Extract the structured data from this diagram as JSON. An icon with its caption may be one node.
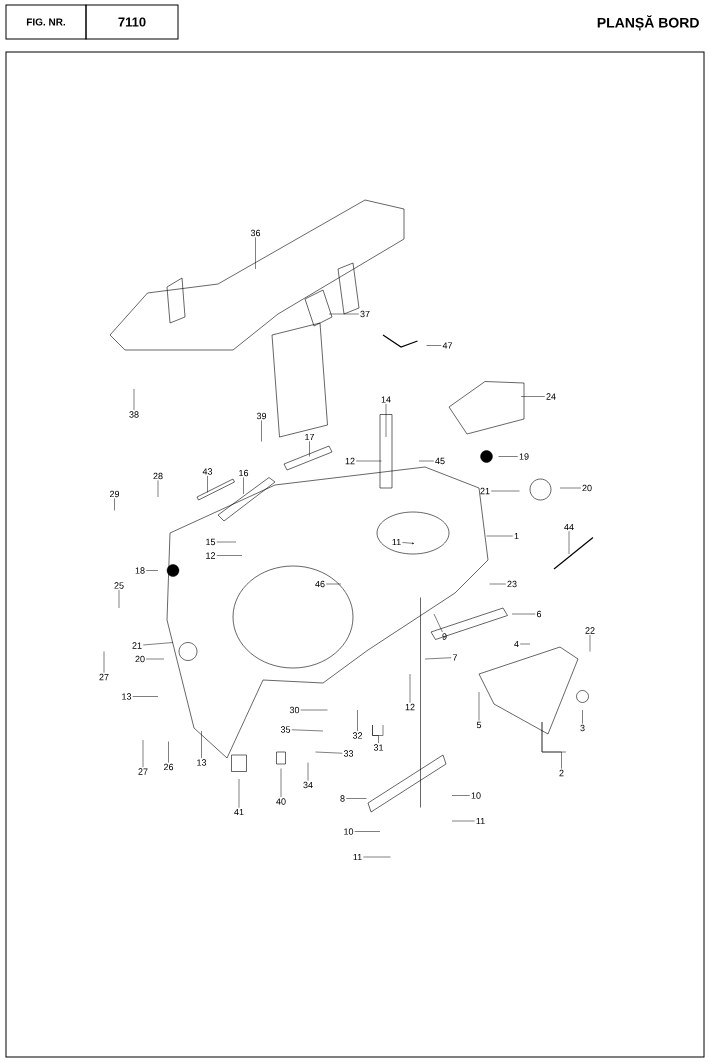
{
  "diagram": {
    "title": "PLANȘĂ BORD",
    "nodes": [
      {
        "text": [
          "FIG. NR."
        ]
      },
      {
        "text": [
          "7110"
        ]
      },
      {
        "text": [
          "36"
        ]
      },
      {
        "text": [
          "37"
        ]
      },
      {
        "text": [
          "47"
        ]
      },
      {
        "text": [
          "38"
        ]
      },
      {
        "text": [
          "39"
        ]
      },
      {
        "text": [
          "14"
        ]
      },
      {
        "text": [
          "24"
        ]
      },
      {
        "text": [
          "12"
        ]
      },
      {
        "text": [
          "45"
        ]
      },
      {
        "text": [
          "19"
        ]
      },
      {
        "text": [
          "17"
        ]
      },
      {
        "text": [
          "43"
        ]
      },
      {
        "text": [
          "16"
        ]
      },
      {
        "text": [
          "28"
        ]
      },
      {
        "text": [
          "29"
        ]
      },
      {
        "text": [
          "21"
        ]
      },
      {
        "text": [
          "20"
        ]
      },
      {
        "text": [
          "1"
        ]
      },
      {
        "text": [
          "11"
        ]
      },
      {
        "text": [
          "44"
        ]
      },
      {
        "text": [
          "15"
        ]
      },
      {
        "text": [
          "12"
        ]
      },
      {
        "text": [
          "18"
        ]
      },
      {
        "text": [
          "46"
        ]
      },
      {
        "text": [
          "23"
        ]
      },
      {
        "text": [
          "25"
        ]
      },
      {
        "text": [
          "6"
        ]
      },
      {
        "text": [
          "9"
        ]
      },
      {
        "text": [
          "7"
        ]
      },
      {
        "text": [
          "4"
        ]
      },
      {
        "text": [
          "22"
        ]
      },
      {
        "text": [
          "21"
        ]
      },
      {
        "text": [
          "20"
        ]
      },
      {
        "text": [
          "27"
        ]
      },
      {
        "text": [
          "13"
        ]
      },
      {
        "text": [
          "12"
        ]
      },
      {
        "text": [
          "30"
        ]
      },
      {
        "text": [
          "35"
        ]
      },
      {
        "text": [
          "32"
        ]
      },
      {
        "text": [
          "31"
        ]
      },
      {
        "text": [
          "5"
        ]
      },
      {
        "text": [
          "3"
        ]
      },
      {
        "text": [
          "2"
        ]
      },
      {
        "text": [
          "33"
        ]
      },
      {
        "text": [
          "27"
        ]
      },
      {
        "text": [
          "26"
        ]
      },
      {
        "text": [
          "13"
        ]
      },
      {
        "text": [
          "34"
        ]
      },
      {
        "text": [
          "40"
        ]
      },
      {
        "text": [
          "41"
        ]
      },
      {
        "text": [
          "8"
        ]
      },
      {
        "text": [
          "10"
        ]
      },
      {
        "text": [
          "11"
        ]
      },
      {
        "text": [
          "10"
        ]
      },
      {
        "text": [
          "11"
        ]
      }
    ],
    "edges": [
      {
        "from": 2,
        "to": null,
        "arrow": "none"
      },
      {
        "from": 3,
        "to": null,
        "arrow": "none"
      },
      {
        "from": 4,
        "to": null,
        "arrow": "none"
      },
      {
        "from": 5,
        "to": null,
        "arrow": "none"
      },
      {
        "from": 6,
        "to": null,
        "arrow": "none"
      },
      {
        "from": 7,
        "to": null,
        "arrow": "none"
      },
      {
        "from": 8,
        "to": null,
        "arrow": "none"
      },
      {
        "from": 9,
        "to": null,
        "arrow": "none"
      },
      {
        "from": 10,
        "to": null,
        "arrow": "none"
      },
      {
        "from": 11,
        "to": null,
        "arrow": "none"
      },
      {
        "from": 12,
        "to": null,
        "arrow": "none"
      },
      {
        "from": 13,
        "to": null,
        "arrow": "none"
      },
      {
        "from": 14,
        "to": null,
        "arrow": "none"
      },
      {
        "from": 15,
        "to": null,
        "arrow": "none"
      },
      {
        "from": 16,
        "to": null,
        "arrow": "none"
      },
      {
        "from": 17,
        "to": null,
        "arrow": "none"
      },
      {
        "from": 18,
        "to": null,
        "arrow": "none"
      },
      {
        "from": 19,
        "to": null,
        "arrow": "none"
      },
      {
        "from": 20,
        "to": null,
        "arrow": "to"
      },
      {
        "from": 21,
        "to": null,
        "arrow": "none"
      },
      {
        "from": 22,
        "to": null,
        "arrow": "none"
      },
      {
        "from": 23,
        "to": null,
        "arrow": "none"
      },
      {
        "from": 24,
        "to": null,
        "arrow": "none"
      },
      {
        "from": 25,
        "to": null,
        "arrow": "none"
      },
      {
        "from": 26,
        "to": null,
        "arrow": "none"
      },
      {
        "from": 27,
        "to": null,
        "arrow": "none"
      },
      {
        "from": 28,
        "to": null,
        "arrow": "none"
      },
      {
        "from": 29,
        "to": null,
        "arrow": "none"
      },
      {
        "from": 30,
        "to": null,
        "arrow": "none"
      },
      {
        "from": 31,
        "to": null,
        "arrow": "none"
      },
      {
        "from": 32,
        "to": null,
        "arrow": "none"
      },
      {
        "from": 33,
        "to": null,
        "arrow": "none"
      },
      {
        "from": 34,
        "to": null,
        "arrow": "none"
      },
      {
        "from": 35,
        "to": null,
        "arrow": "none"
      },
      {
        "from": 36,
        "to": null,
        "arrow": "none"
      },
      {
        "from": 37,
        "to": null,
        "arrow": "none"
      },
      {
        "from": 38,
        "to": null,
        "arrow": "none"
      },
      {
        "from": 39,
        "to": null,
        "arrow": "none"
      },
      {
        "from": 40,
        "to": null,
        "arrow": "none"
      },
      {
        "from": 41,
        "to": null,
        "arrow": "none"
      },
      {
        "from": 42,
        "to": null,
        "arrow": "none"
      },
      {
        "from": 43,
        "to": null,
        "arrow": "none"
      },
      {
        "from": 44,
        "to": null,
        "arrow": "none"
      },
      {
        "from": 45,
        "to": null,
        "arrow": "none"
      },
      {
        "from": 46,
        "to": null,
        "arrow": "none"
      },
      {
        "from": 47,
        "to": null,
        "arrow": "none"
      },
      {
        "from": 48,
        "to": null,
        "arrow": "none"
      },
      {
        "from": 49,
        "to": null,
        "arrow": "none"
      },
      {
        "from": 50,
        "to": null,
        "arrow": "none"
      },
      {
        "from": 51,
        "to": null,
        "arrow": "none"
      },
      {
        "from": 52,
        "to": null,
        "arrow": "none"
      },
      {
        "from": 53,
        "to": null,
        "arrow": "none"
      },
      {
        "from": 54,
        "to": null,
        "arrow": "none"
      },
      {
        "from": 55,
        "to": null,
        "arrow": "none"
      },
      {
        "from": 56,
        "to": null,
        "arrow": "none"
      }
    ]
  }
}
